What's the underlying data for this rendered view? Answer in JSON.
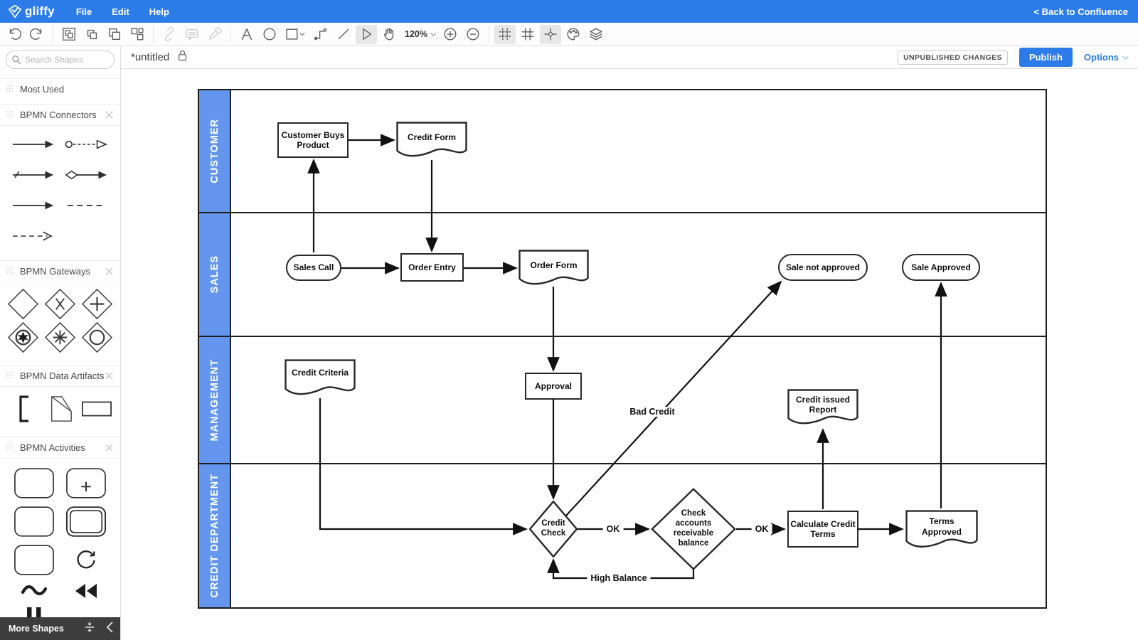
{
  "topbar": {
    "logo_text": "gliffy",
    "menus": [
      "File",
      "Edit",
      "Help"
    ],
    "back_link": "< Back to Confluence"
  },
  "toolbar": {
    "zoom_level": "120%"
  },
  "titlebar": {
    "title": "*untitled",
    "status_badge": "UNPUBLISHED CHANGES",
    "publish_label": "Publish",
    "options_label": "Options"
  },
  "sidebar": {
    "search_placeholder": "Search Shapes",
    "sections": {
      "most_used": "Most Used",
      "connectors": "BPMN Connectors",
      "gateways": "BPMN Gateways",
      "artifacts": "BPMN Data Artifacts",
      "activities": "BPMN Activities"
    },
    "more_shapes_label": "More Shapes"
  },
  "diagram": {
    "lanes": [
      {
        "label": "CUSTOMER"
      },
      {
        "label": "SALES"
      },
      {
        "label": "MANAGEMENT"
      },
      {
        "label": "CREDIT DEPARTMENT"
      }
    ],
    "nodes": {
      "customer_buys": "Customer Buys Product",
      "credit_form": "Credit Form",
      "sales_call": "Sales Call",
      "order_entry": "Order Entry",
      "order_form": "Order Form",
      "sale_not_approved": "Sale not approved",
      "sale_approved": "Sale Approved",
      "credit_criteria": "Credit Criteria",
      "approval": "Approval",
      "credit_issued_report": "Credit issued Report",
      "credit_check": "Credit Check",
      "check_accounts": "Check accounts receivable balance",
      "calculate_credit_terms": "Calculate Credit Terms",
      "terms_approved": "Terms Approved"
    },
    "edge_labels": {
      "ok1": "OK",
      "ok2": "OK",
      "bad_credit": "Bad Credit",
      "high_balance": "High Balance"
    }
  },
  "colors": {
    "topbar_blue": "#2B7CE9",
    "lane_blue": "#6496EE",
    "publish_blue": "#2B7CE9",
    "stroke_dark": "#1c1c1c"
  }
}
